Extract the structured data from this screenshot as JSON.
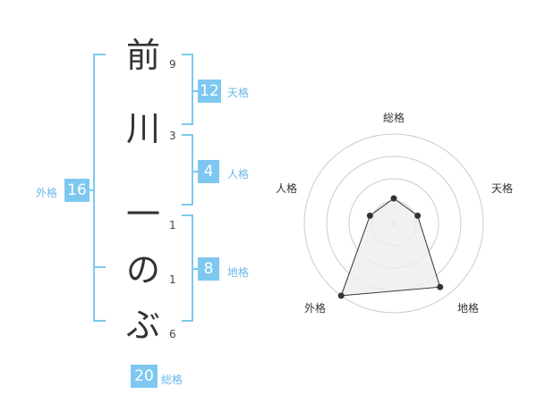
{
  "name_chars": [
    {
      "char": "前",
      "strokes": "9"
    },
    {
      "char": "川",
      "strokes": "3"
    },
    {
      "char": "一",
      "strokes": "1"
    },
    {
      "char": "の",
      "strokes": "1"
    },
    {
      "char": "ぶ",
      "strokes": "6"
    }
  ],
  "kaku": {
    "tenkaku": {
      "value": "12",
      "label": "天格"
    },
    "jinkaku": {
      "value": "4",
      "label": "人格"
    },
    "chikaku": {
      "value": "8",
      "label": "地格"
    },
    "gaikaku": {
      "value": "16",
      "label": "外格"
    },
    "soukaku": {
      "value": "20",
      "label": "総格"
    }
  },
  "radar": {
    "axes": [
      "総格",
      "天格",
      "地格",
      "外格",
      "人格"
    ],
    "levels": 4,
    "values": [
      0.28,
      0.28,
      0.88,
      1.0,
      0.28
    ],
    "stroke_color": "#333333",
    "fill_color": "#eeeeee",
    "ring_color": "#cccccc"
  },
  "colors": {
    "accent": "#7ec8f0"
  }
}
